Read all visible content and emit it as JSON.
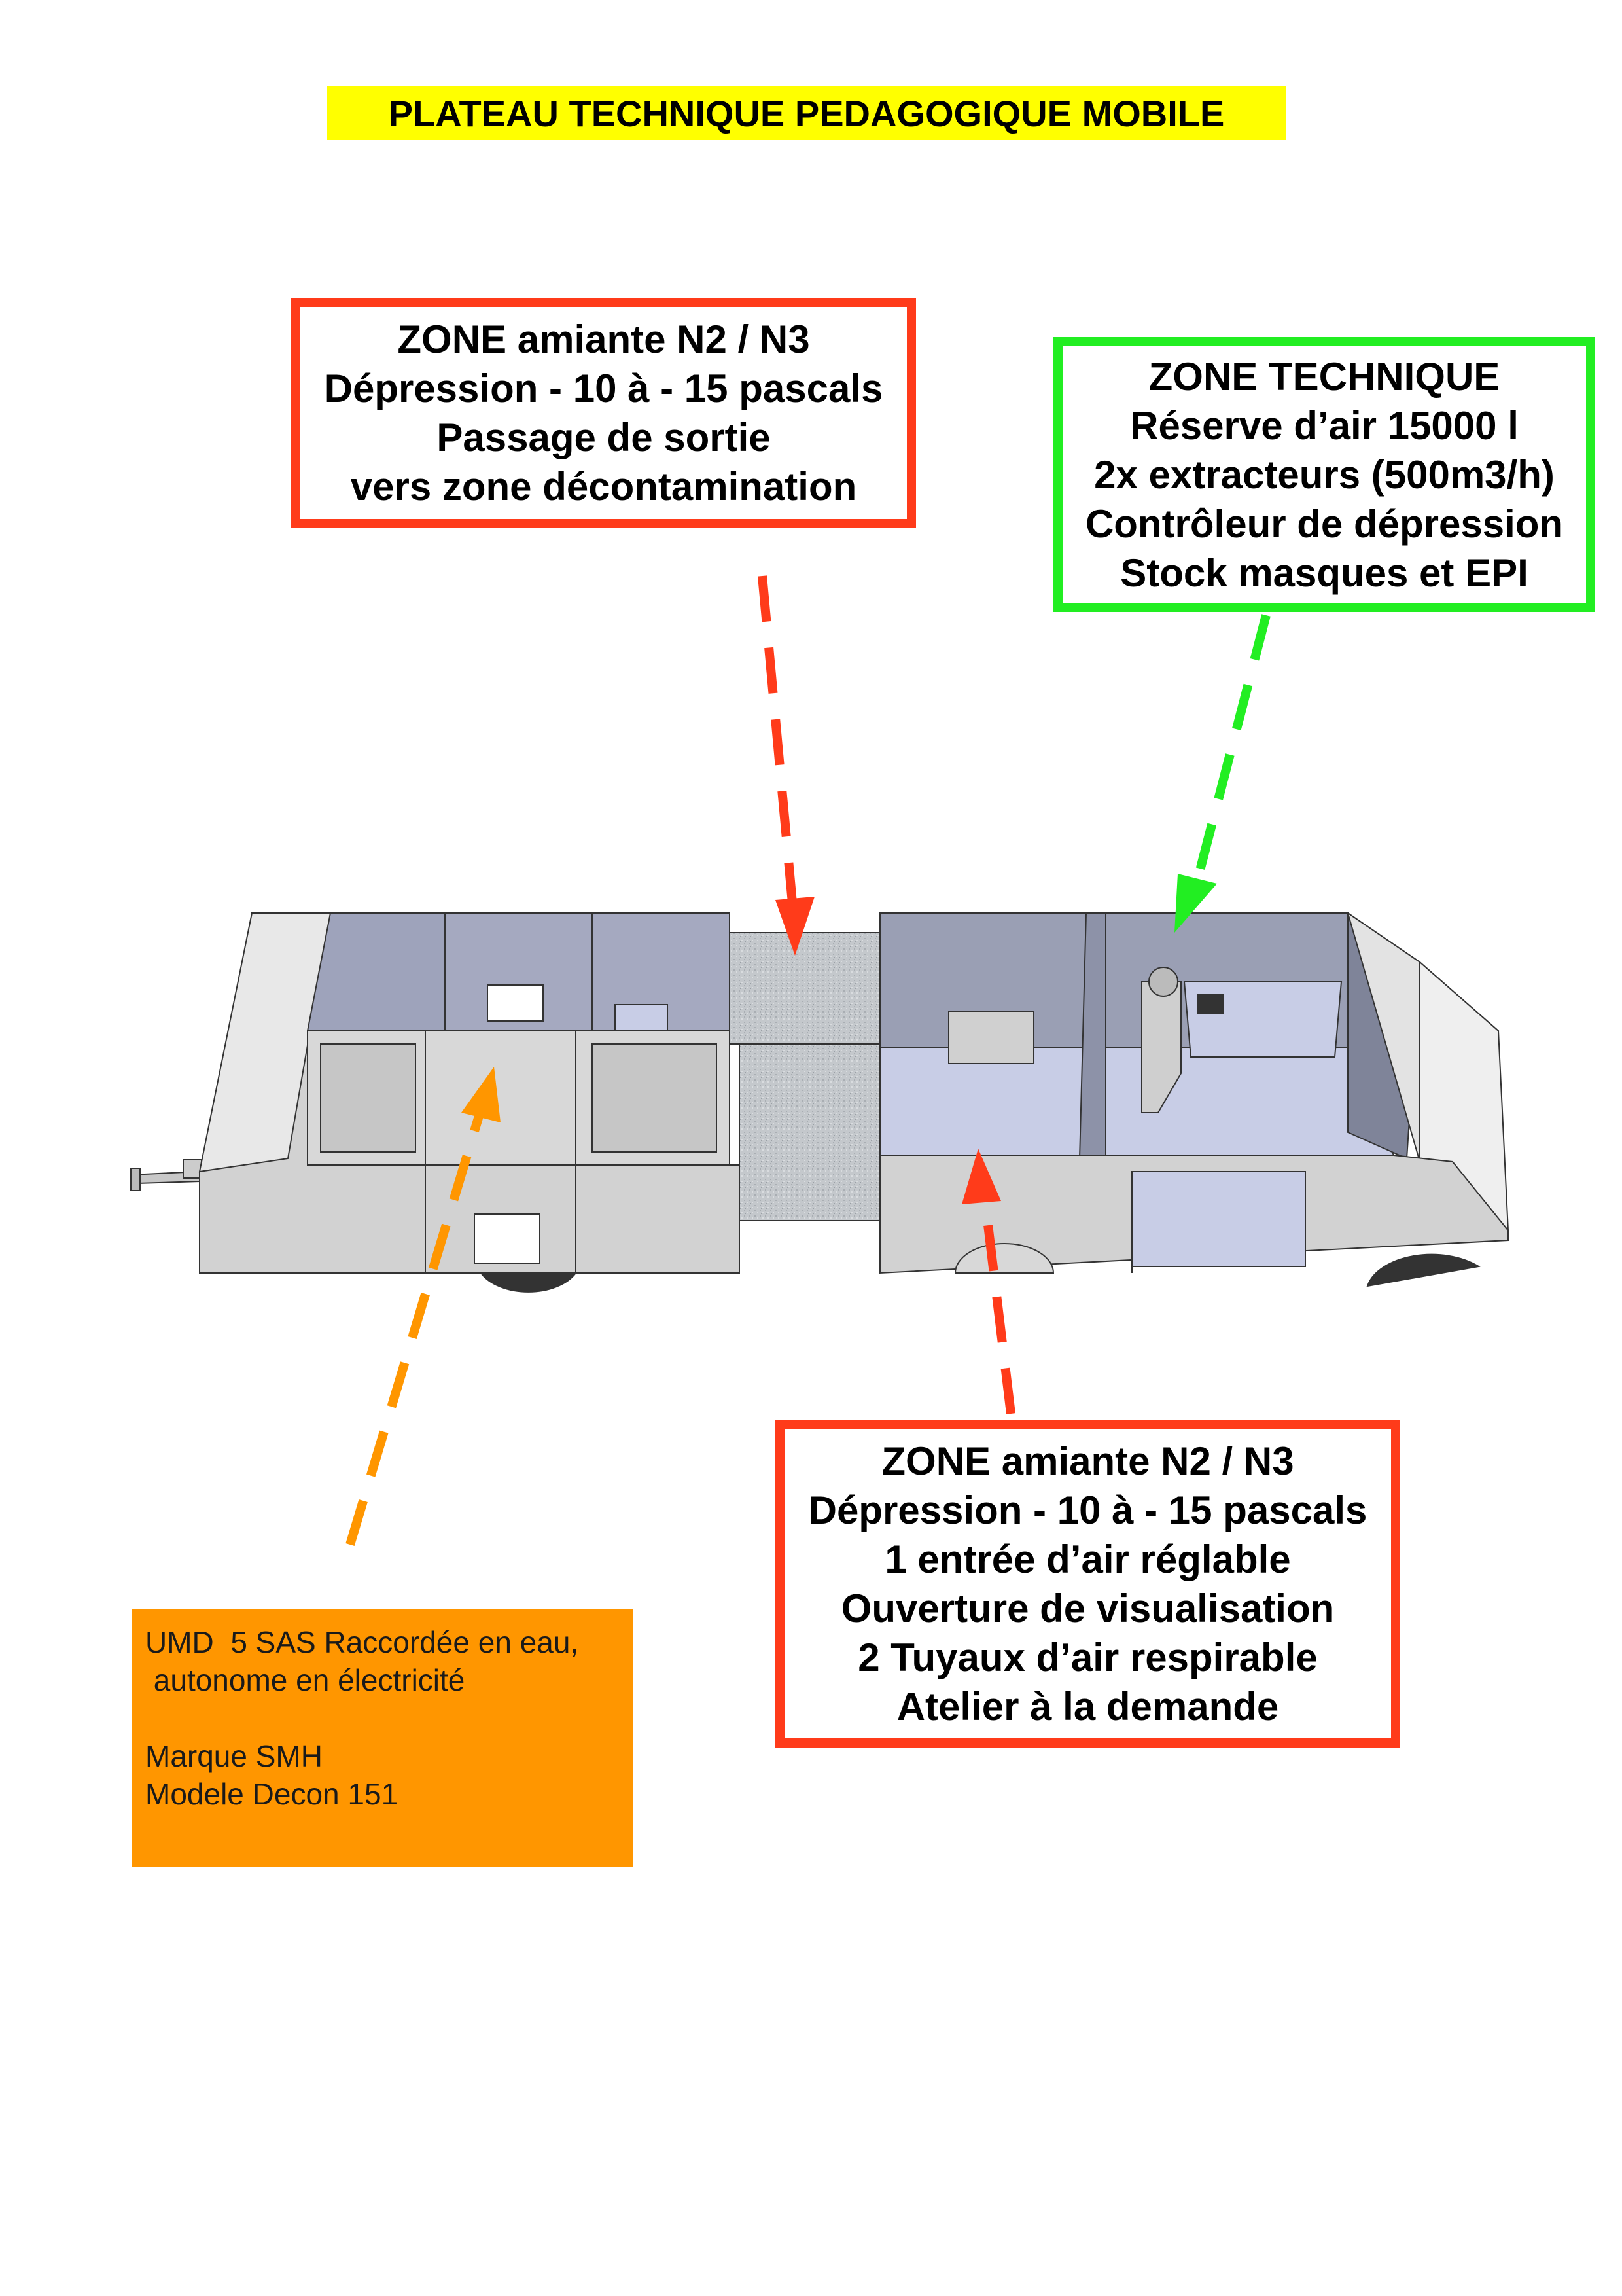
{
  "title": "PLATEAU TECHNIQUE PEDAGOGIQUE MOBILE",
  "callout_zone_exit": {
    "lines": [
      "ZONE  amiante N2 / N3",
      "Dépression - 10 à - 15 pascals",
      "Passage de sortie",
      "vers zone décontamination"
    ],
    "color": "#ff3b1a"
  },
  "callout_zone_technique": {
    "lines": [
      "ZONE  TECHNIQUE",
      "Réserve d’air 15000 l",
      "2x extracteurs (500m3/h)",
      "Contrôleur de dépression",
      "Stock masques et EPI"
    ],
    "color": "#22ee22"
  },
  "callout_zone_workshop": {
    "lines": [
      "ZONE  amiante N2 / N3",
      "Dépression - 10 à - 15 pascals",
      "1 entrée d’air réglable",
      "Ouverture de visualisation",
      "2 Tuyaux d’air respirable",
      " Atelier à la demande"
    ],
    "color": "#ff3b1a"
  },
  "umd_box": {
    "lines": [
      "UMD  5 SAS Raccordée en eau,",
      " autonome en électricité",
      "",
      "Marque SMH",
      "Modele Decon 151"
    ],
    "color": "#ff9600"
  },
  "arrow_colors": {
    "red": "#ff3b1a",
    "green": "#22ee22",
    "orange": "#ff9600"
  }
}
